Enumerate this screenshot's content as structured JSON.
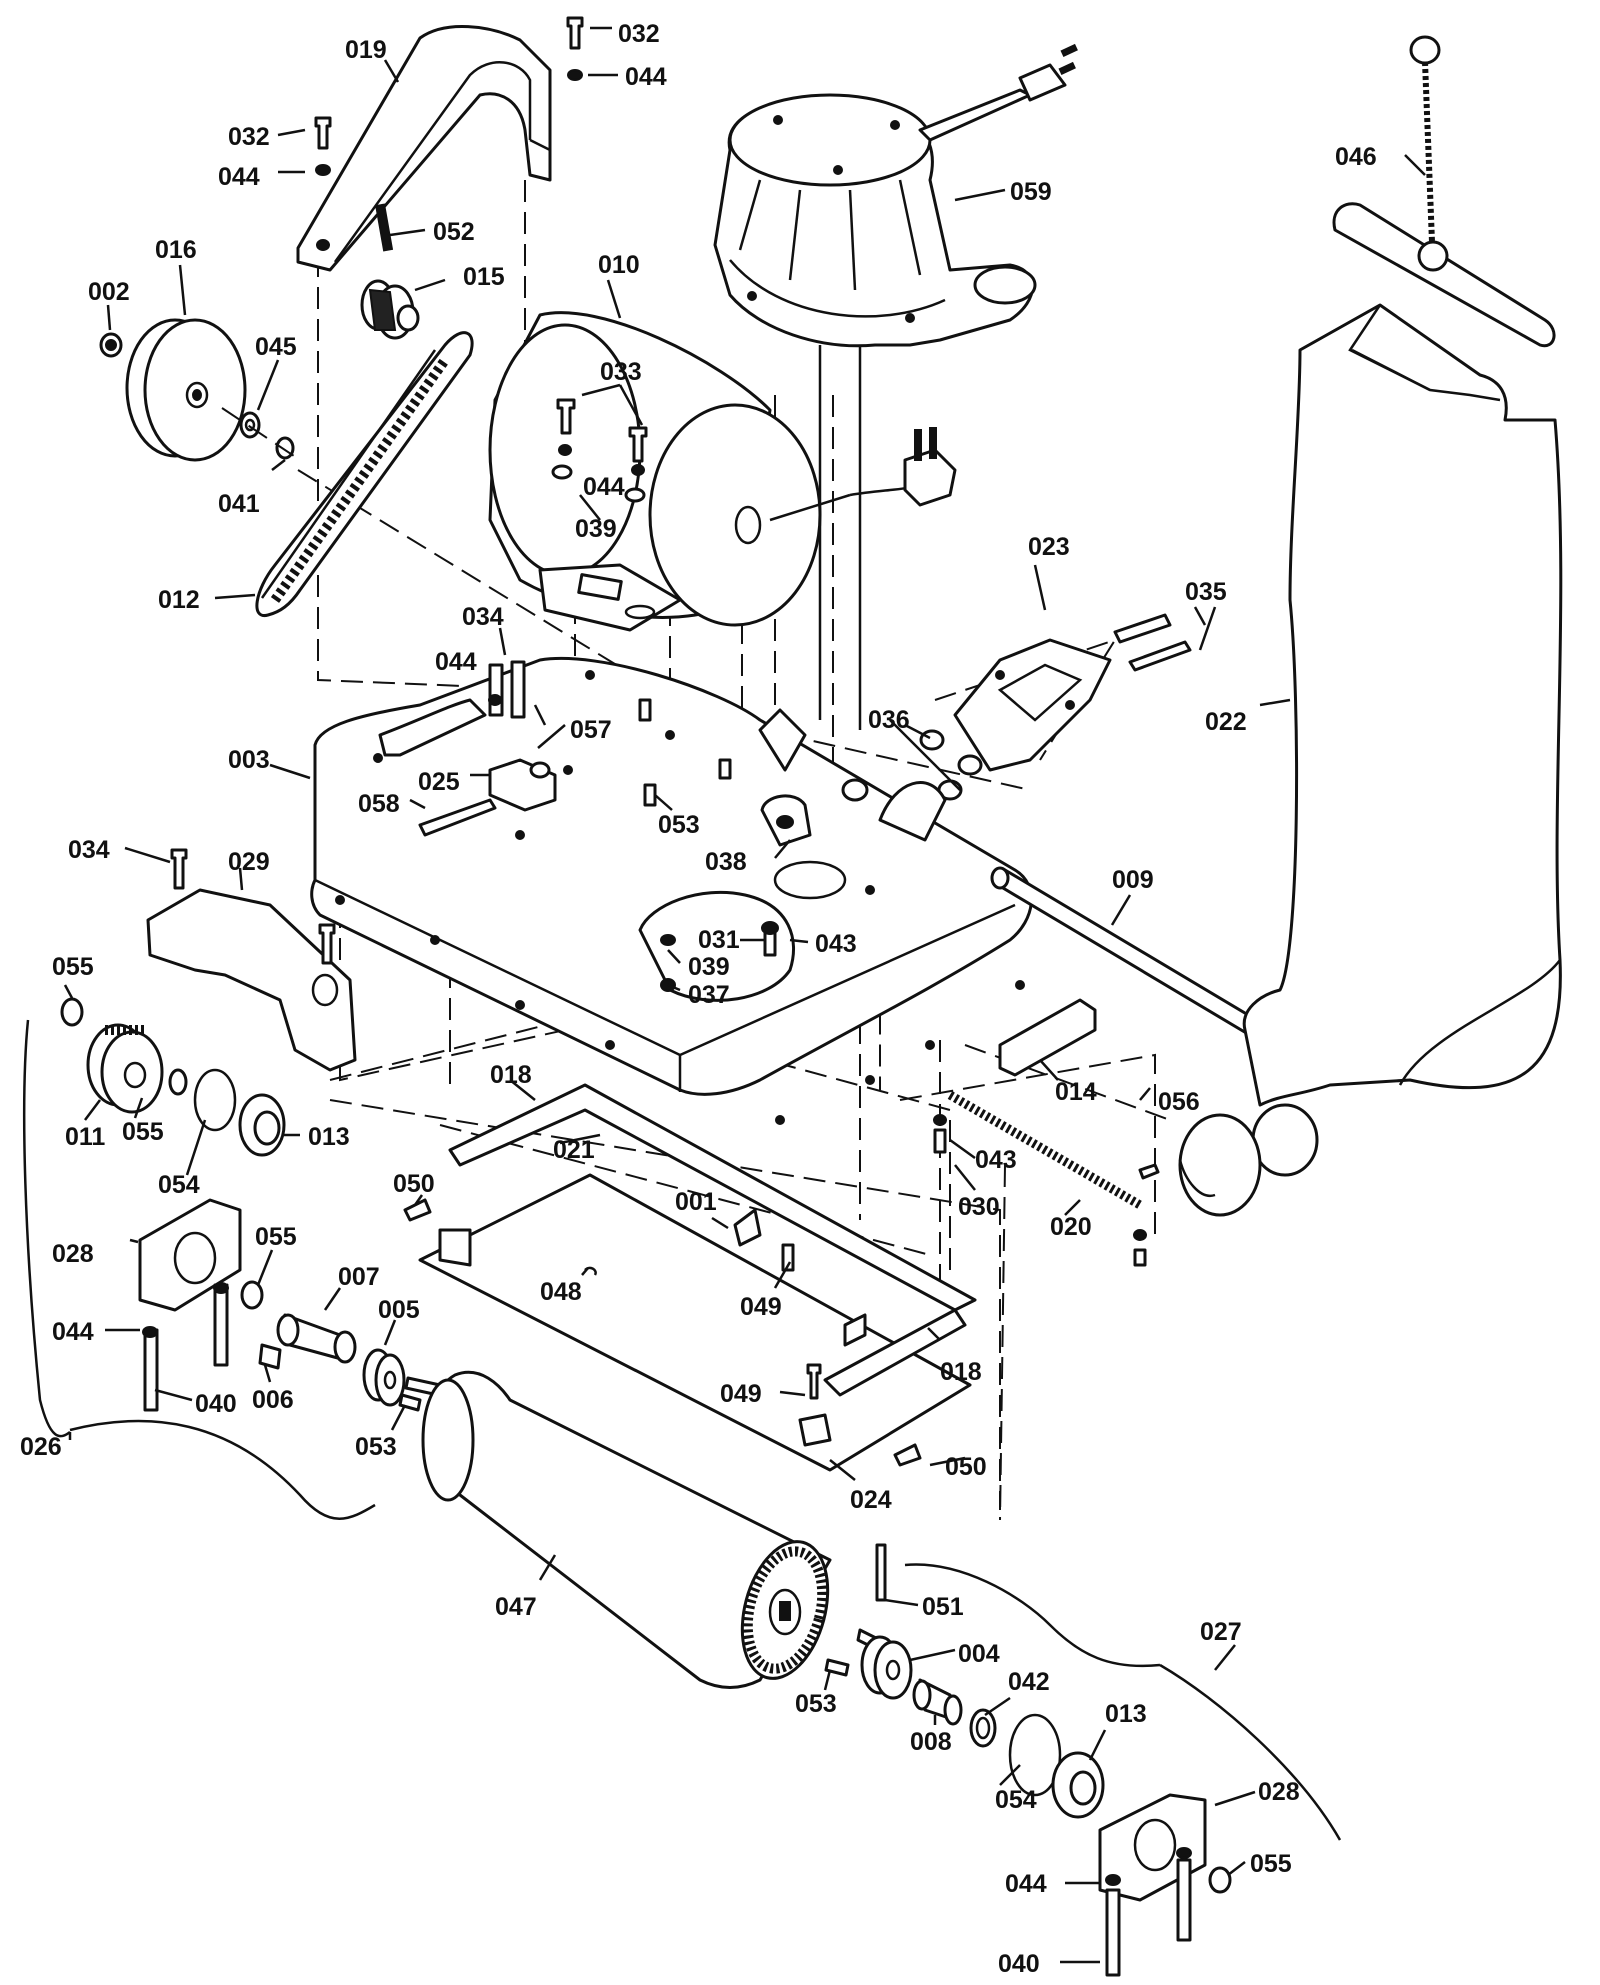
{
  "labels": [
    {
      "id": "l032a",
      "text": "032"
    },
    {
      "id": "l044a",
      "text": "044"
    },
    {
      "id": "l019",
      "text": "019"
    },
    {
      "id": "l032b",
      "text": "032"
    },
    {
      "id": "l044b",
      "text": "044"
    },
    {
      "id": "l016",
      "text": "016"
    },
    {
      "id": "l002",
      "text": "002"
    },
    {
      "id": "l052",
      "text": "052"
    },
    {
      "id": "l015",
      "text": "015"
    },
    {
      "id": "l010",
      "text": "010"
    },
    {
      "id": "l059",
      "text": "059"
    },
    {
      "id": "l046",
      "text": "046"
    },
    {
      "id": "l045",
      "text": "045"
    },
    {
      "id": "l033",
      "text": "033"
    },
    {
      "id": "l041",
      "text": "041"
    },
    {
      "id": "l044c",
      "text": "044"
    },
    {
      "id": "l039a",
      "text": "039"
    },
    {
      "id": "l012",
      "text": "012"
    },
    {
      "id": "l023",
      "text": "023"
    },
    {
      "id": "l035",
      "text": "035"
    },
    {
      "id": "l034a",
      "text": "034"
    },
    {
      "id": "l044d",
      "text": "044"
    },
    {
      "id": "l022",
      "text": "022"
    },
    {
      "id": "l057",
      "text": "057"
    },
    {
      "id": "l036",
      "text": "036"
    },
    {
      "id": "l003",
      "text": "003"
    },
    {
      "id": "l025",
      "text": "025"
    },
    {
      "id": "l058",
      "text": "058"
    },
    {
      "id": "l053a",
      "text": "053"
    },
    {
      "id": "l038",
      "text": "038"
    },
    {
      "id": "l034b",
      "text": "034"
    },
    {
      "id": "l029",
      "text": "029"
    },
    {
      "id": "l009",
      "text": "009"
    },
    {
      "id": "l031",
      "text": "031"
    },
    {
      "id": "l043a",
      "text": "043"
    },
    {
      "id": "l055a",
      "text": "055"
    },
    {
      "id": "l039b",
      "text": "039"
    },
    {
      "id": "l037",
      "text": "037"
    },
    {
      "id": "l018a",
      "text": "018"
    },
    {
      "id": "l014",
      "text": "014"
    },
    {
      "id": "l056",
      "text": "056"
    },
    {
      "id": "l011",
      "text": "011"
    },
    {
      "id": "l055b",
      "text": "055"
    },
    {
      "id": "l013a",
      "text": "013"
    },
    {
      "id": "l021",
      "text": "021"
    },
    {
      "id": "l043b",
      "text": "043"
    },
    {
      "id": "l054a",
      "text": "054"
    },
    {
      "id": "l030",
      "text": "030"
    },
    {
      "id": "l050a",
      "text": "050"
    },
    {
      "id": "l020",
      "text": "020"
    },
    {
      "id": "l001",
      "text": "001"
    },
    {
      "id": "l055c",
      "text": "055"
    },
    {
      "id": "l028a",
      "text": "028"
    },
    {
      "id": "l048",
      "text": "048"
    },
    {
      "id": "l007",
      "text": "007"
    },
    {
      "id": "l049a",
      "text": "049"
    },
    {
      "id": "l005",
      "text": "005"
    },
    {
      "id": "l044e",
      "text": "044"
    },
    {
      "id": "l018b",
      "text": "018"
    },
    {
      "id": "l006",
      "text": "006"
    },
    {
      "id": "l049b",
      "text": "049"
    },
    {
      "id": "l040a",
      "text": "040"
    },
    {
      "id": "l026",
      "text": "026"
    },
    {
      "id": "l053b",
      "text": "053"
    },
    {
      "id": "l050b",
      "text": "050"
    },
    {
      "id": "l024",
      "text": "024"
    },
    {
      "id": "l047",
      "text": "047"
    },
    {
      "id": "l051",
      "text": "051"
    },
    {
      "id": "l027",
      "text": "027"
    },
    {
      "id": "l004",
      "text": "004"
    },
    {
      "id": "l042",
      "text": "042"
    },
    {
      "id": "l053c",
      "text": "053"
    },
    {
      "id": "l013b",
      "text": "013"
    },
    {
      "id": "l008",
      "text": "008"
    },
    {
      "id": "l028b",
      "text": "028"
    },
    {
      "id": "l054b",
      "text": "054"
    },
    {
      "id": "l044f",
      "text": "044"
    },
    {
      "id": "l055d",
      "text": "055"
    },
    {
      "id": "l040b",
      "text": "040"
    }
  ]
}
